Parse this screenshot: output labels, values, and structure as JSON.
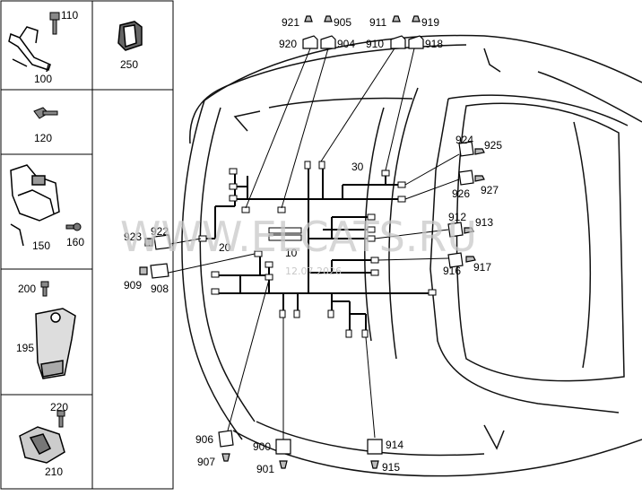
{
  "parts_panel": [
    {
      "labels": [
        "110",
        "100"
      ]
    },
    {
      "labels": [
        "250"
      ]
    },
    {
      "labels": [
        "120"
      ]
    },
    {
      "labels": [
        "150",
        "160"
      ]
    },
    {
      "labels": [
        "200",
        "195"
      ]
    },
    {
      "labels": [
        "220",
        "210"
      ]
    }
  ],
  "harness_labels": [
    "10",
    "20",
    "30"
  ],
  "callouts": [
    "921",
    "905",
    "911",
    "919",
    "920",
    "904",
    "910",
    "918",
    "924",
    "925",
    "926",
    "927",
    "912",
    "913",
    "916",
    "917",
    "923",
    "922",
    "909",
    "908",
    "906",
    "907",
    "900",
    "901",
    "914",
    "915"
  ],
  "watermark": {
    "text": "WWW.ELCATS.RU",
    "date": "12.07.2026"
  },
  "colors": {
    "line": "#000000",
    "car_outline": "#111111",
    "watermark": "#c8c8c8"
  }
}
